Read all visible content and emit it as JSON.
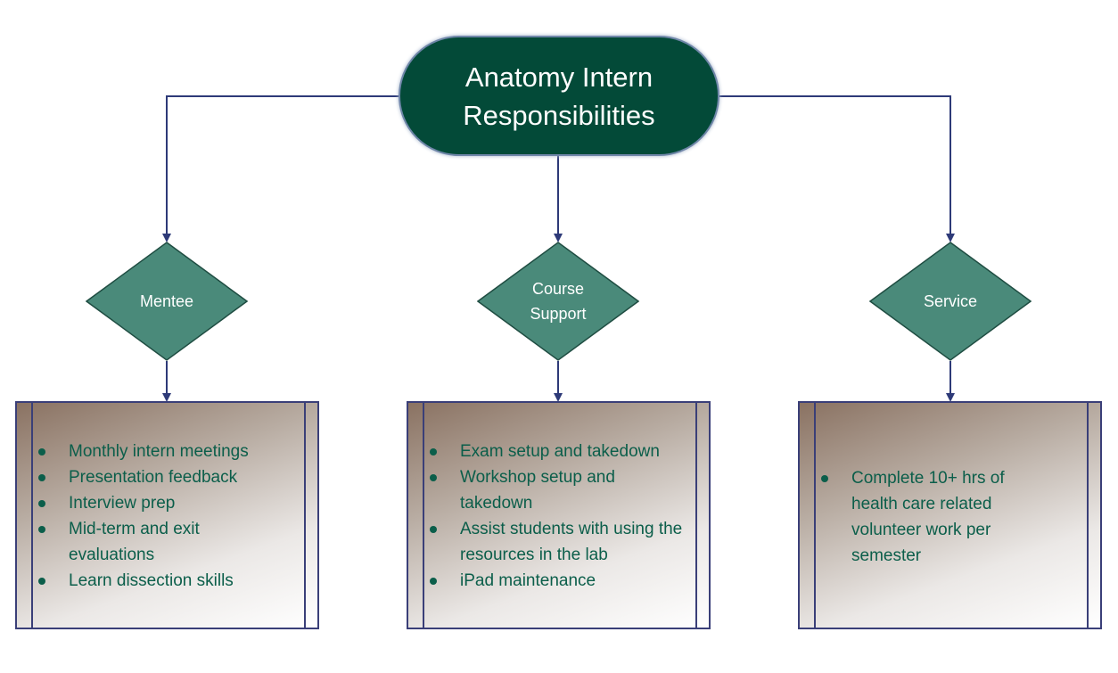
{
  "title": {
    "line1": "Anatomy Intern",
    "line2": "Responsibilities"
  },
  "colors": {
    "title_fill": "#034a38",
    "diamond_fill": "#4a8a7a",
    "connector": "#2e3a78",
    "text": "#0b5e4a"
  },
  "branches": [
    {
      "label_lines": [
        "Mentee"
      ],
      "items": [
        "Monthly intern meetings",
        "Presentation feedback",
        "Interview prep",
        "Mid-term and exit evaluations",
        "Learn dissection skills"
      ]
    },
    {
      "label_lines": [
        "Course",
        "Support"
      ],
      "items": [
        "Exam setup and takedown",
        "Workshop setup and takedown",
        "Assist students with using the resources in the lab",
        "iPad maintenance"
      ]
    },
    {
      "label_lines": [
        "Service"
      ],
      "items": [
        "Complete 10+ hrs of health care related volunteer work per semester"
      ]
    }
  ]
}
